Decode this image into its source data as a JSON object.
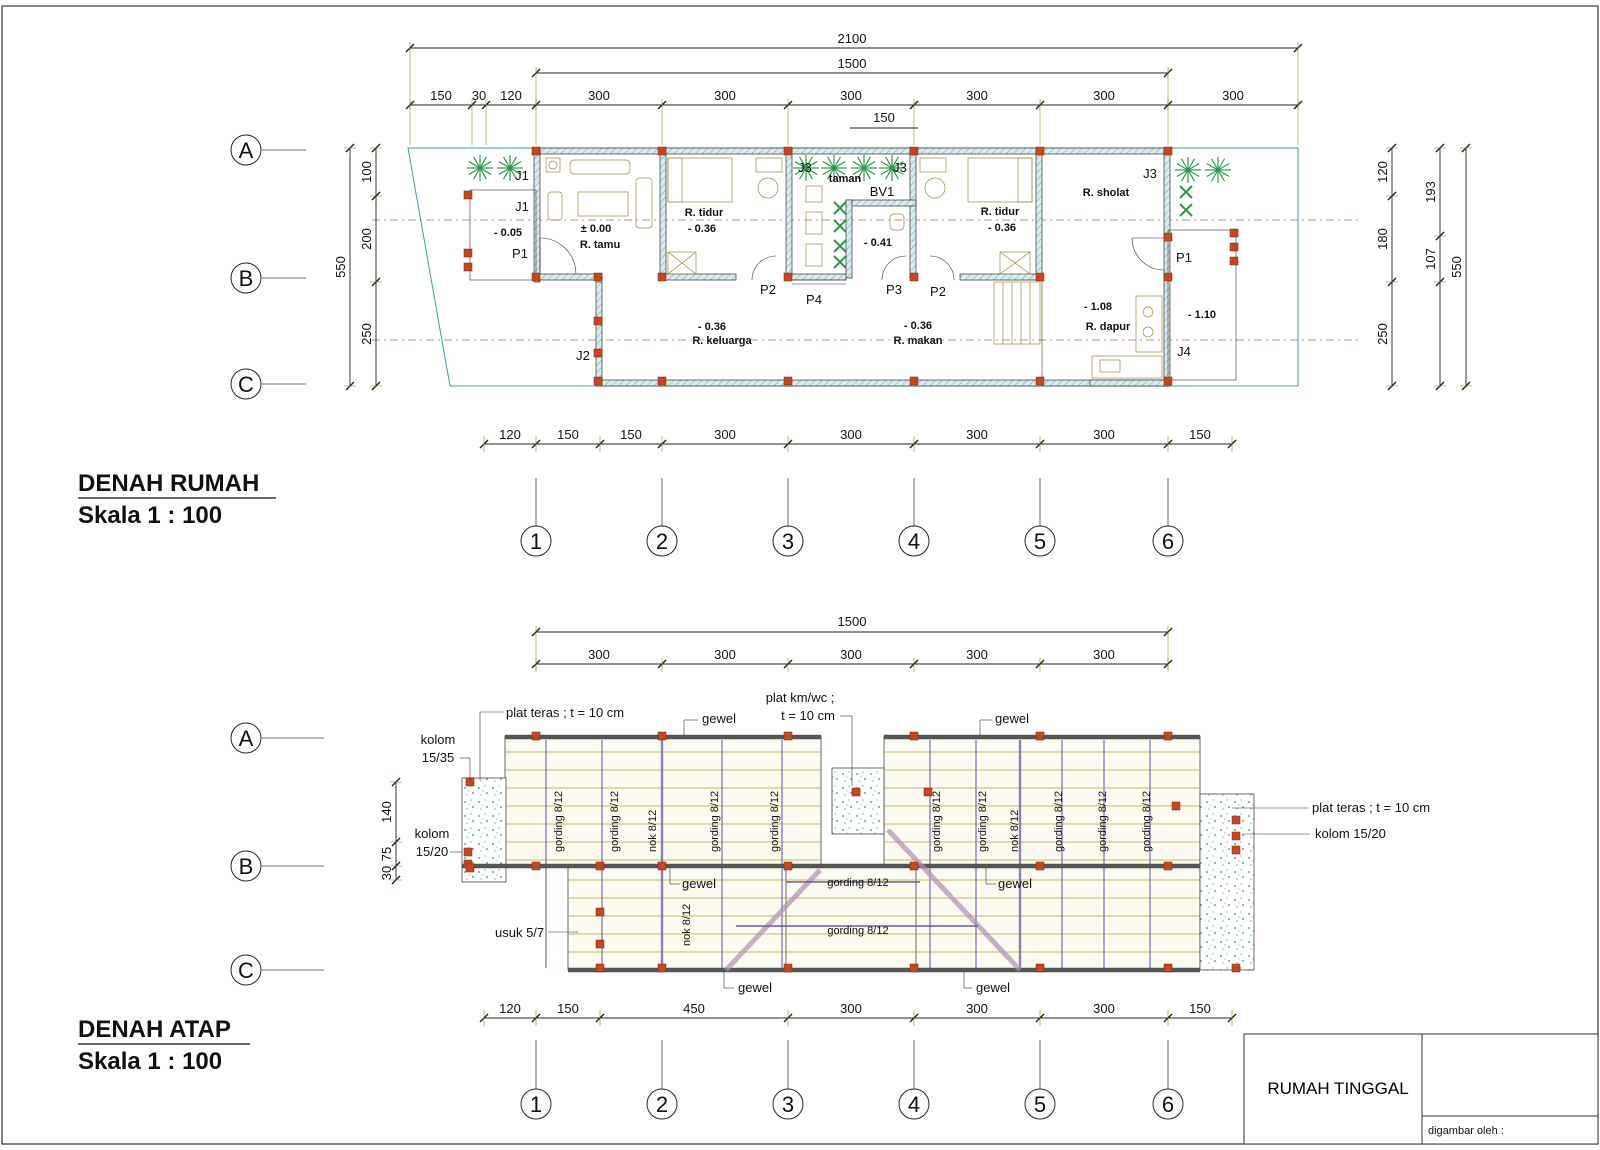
{
  "sheet": {
    "plan_title": "DENAH RUMAH",
    "plan_scale": "Skala 1 : 100",
    "roof_title": "DENAH ATAP",
    "roof_scale": "Skala 1 : 100",
    "project_name": "RUMAH TINGGAL",
    "drawn_by_label": "digambar oleh :"
  },
  "grid": {
    "rows": [
      "A",
      "B",
      "C"
    ],
    "columns": [
      "1",
      "2",
      "3",
      "4",
      "5",
      "6"
    ]
  },
  "plan": {
    "dims_top_overall": "2100",
    "dims_top_main": "1500",
    "dims_top_segments": [
      "150",
      "30",
      "120",
      "300",
      "300",
      "300",
      "300",
      "300",
      "300"
    ],
    "dim_taman": "150",
    "dims_bottom": [
      "120",
      "150",
      "150",
      "300",
      "300",
      "300",
      "300",
      "150"
    ],
    "dims_left": [
      "550",
      "100",
      "200",
      "250"
    ],
    "dims_right_inner": [
      "120",
      "180",
      "250"
    ],
    "dims_right_mid": [
      "193",
      "107"
    ],
    "dims_right_outer": "550",
    "rooms": {
      "tamu": "R. tamu",
      "tamu_level": "± 0.00",
      "teras_left_level": "- 0.05",
      "tidur1": "R. tidur",
      "tidur1_level": "- 0.36",
      "taman": "taman",
      "bv": "BV1",
      "km_level": "- 0.41",
      "tidur2": "R. tidur",
      "tidur2_level": "- 0.36",
      "sholat": "R. sholat",
      "keluarga": "R. keluarga",
      "keluarga_level": "- 0.36",
      "makan": "R. makan",
      "makan_level": "- 0.36",
      "dapur": "R. dapur",
      "dapur_level": "- 1.08",
      "teras_right_level": "- 1.10"
    },
    "openings": {
      "j1a": "J1",
      "j1b": "J1",
      "p1_left": "P1",
      "j2": "J2",
      "p2a": "P2",
      "p4": "P4",
      "p3": "P3",
      "p2b": "P2",
      "j3a": "J3",
      "j3b": "J3",
      "j3c": "J3",
      "p1_right": "P1",
      "j4": "J4"
    }
  },
  "roof": {
    "dims_top_main": "1500",
    "dims_top_segments": [
      "300",
      "300",
      "300",
      "300",
      "300"
    ],
    "dims_bottom": [
      "120",
      "150",
      "450",
      "300",
      "300",
      "300",
      "150"
    ],
    "dims_left": [
      "140",
      "75",
      "30"
    ],
    "notes": {
      "plat_teras_left": "plat teras ; t = 10 cm",
      "plat_km": "plat km/wc ;",
      "plat_km2": "t = 10 cm",
      "kolom_1535": "kolom",
      "kolom_1535b": "15/35",
      "kolom_1520": "kolom",
      "kolom_1520b": "15/20",
      "gewel_top_left": "gewel",
      "gewel_top_right": "gewel",
      "gewel_mid_left": "gewel",
      "gewel_mid_right": "gewel",
      "gewel_bot_left": "gewel",
      "gewel_bot_right": "gewel",
      "usuk": "usuk 5/7",
      "plat_teras_right": "plat teras ; t = 10 cm",
      "kolom_right": "kolom 15/20",
      "gording_mid1": "gording 8/12",
      "gording_mid2": "gording 8/12"
    },
    "vertical_labels": [
      "gording 8/12",
      "gording 8/12",
      "nok 8/12",
      "gording 8/12",
      "gording 8/12",
      "gording 8/12",
      "gording 8/12",
      "nok 8/12",
      "gording 8/12",
      "gording 8/12",
      "gording 8/12"
    ],
    "nok_lower": "nok 8/12"
  }
}
